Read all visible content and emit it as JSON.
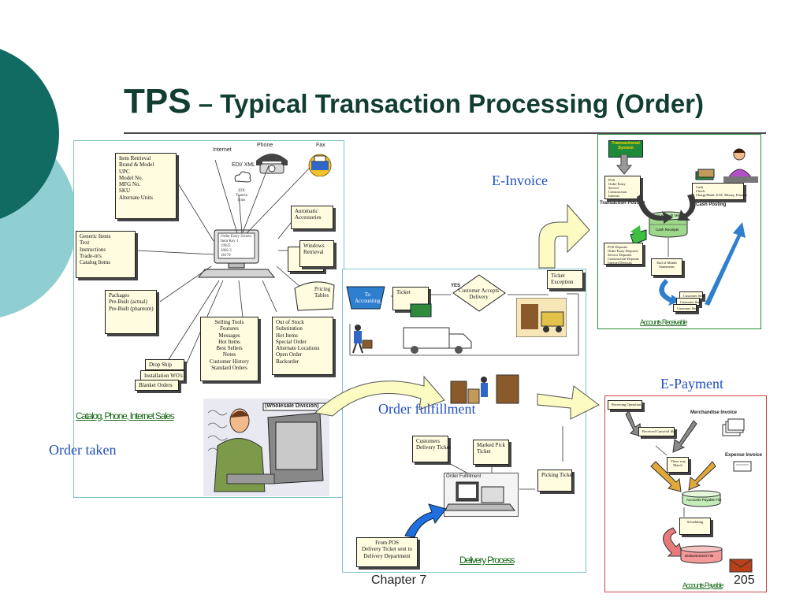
{
  "title": {
    "bold": "TPS",
    "rest": " – Typical Transaction Processing (Order)"
  },
  "footer": {
    "chapter": "Chapter 7",
    "page": "205"
  },
  "order_panel": {
    "internet": "Internet",
    "phone": "Phone",
    "fax": "Fax",
    "edi": "EDI/ XML",
    "edi_translation": [
      "EDI",
      "Transla",
      "tions"
    ],
    "screen_lines": [
      "Order Entry Screen",
      "Item Key 1",
      "19935",
      "3002 2",
      "18170"
    ],
    "item_retrieval": [
      "Item Retrieval",
      "Brand & Model",
      "UPC",
      "Model No.",
      "MFG No.",
      "SKU",
      "Alternate Units"
    ],
    "generic_items": [
      "Generic Items",
      "Text",
      "Instructions",
      "Trade-in's",
      "Catalog Items"
    ],
    "packages": [
      "Packages",
      "Pre-Built (actual)",
      "Pre-Built (phantom)"
    ],
    "automatic": [
      "Automatic",
      "Accessories"
    ],
    "windows": [
      "Windows",
      "Retrieval"
    ],
    "pricing": [
      "Pricing",
      "Tables"
    ],
    "selling_tools": [
      "Selling Tools",
      "Features",
      "Messages",
      "Hot Items",
      "Best Sellers",
      "Notes",
      "Customer History",
      "Standard Orders"
    ],
    "out_of_stock": [
      "Out of Stock",
      "Substitution",
      "Hot Items",
      "Special Order",
      "Alternate Locations",
      "Open Order",
      "Backorder"
    ],
    "drop_ship": "Drop Ship",
    "installation": "Installation WO's",
    "blanket": "Blanket Orders",
    "wholesale": "(Wholesale Division)",
    "catalog_caption": "Catalog, Phone, Internet Sales",
    "order_taken": "Order taken"
  },
  "fulfillment_panel": {
    "to_accounting": [
      "To",
      "Accounting"
    ],
    "ticket": "Ticket",
    "yes": "YES",
    "customer_accepts": [
      "Customer Accepts",
      "Delivery"
    ],
    "ticket_exception": [
      "Ticket",
      "Exception"
    ],
    "order_fulfillment": "Order fulfillment",
    "customers_ticket": [
      "Customers",
      "Delivery Ticket"
    ],
    "marked_pick": [
      "Marked Pick",
      "Ticket"
    ],
    "order_fulfillment_screen": "Order Fulfillment",
    "picking_ticket": "Picking Ticket",
    "from_pos": [
      "From POS",
      "Delivery Ticket sent to",
      "Delivery Department"
    ],
    "delivery_process": "Delivery Process"
  },
  "ar_panel": {
    "e_invoice": "E-Invoice",
    "transactional": [
      "Transactional",
      "System"
    ],
    "pos_list": [
      "POS",
      "Order Entry",
      "Service",
      "Construction",
      "Internet"
    ],
    "transaction_posting": "Transaction Posting",
    "cash_posting": "Cash Posting",
    "cash_list": [
      "Cash",
      "Check",
      "Charge/Bank: EAT, Money, Finance"
    ],
    "invoice_credit": "Invoice/Credit Memo",
    "cash_receipts": "Cash Receipts",
    "pos_deposits": [
      "POS Deposits",
      "Order Entry Deposits",
      "Service Deposits",
      "Construction Deposits",
      "Internet Deposits"
    ],
    "end_of_month": [
      "End of Month",
      "Statements"
    ],
    "statements": [
      "Customer Stmt",
      "Customer Stmt",
      "Customer Stmt"
    ],
    "caption": "Accounts Receivable"
  },
  "ap_panel": {
    "e_payment": "E-Payment",
    "receiving": "Receiving Operation",
    "merchandise_invoice": "Merchandise Invoice",
    "received_file": "Received Carryfoil file",
    "three_way": [
      "Three way",
      "Match"
    ],
    "expense_invoice": "Expense Invoice",
    "ap_file": "Accounts Payable File",
    "scheduling": "Scheduling",
    "disbursement": "Disbursement File",
    "caption": "Accounts Payable"
  }
}
